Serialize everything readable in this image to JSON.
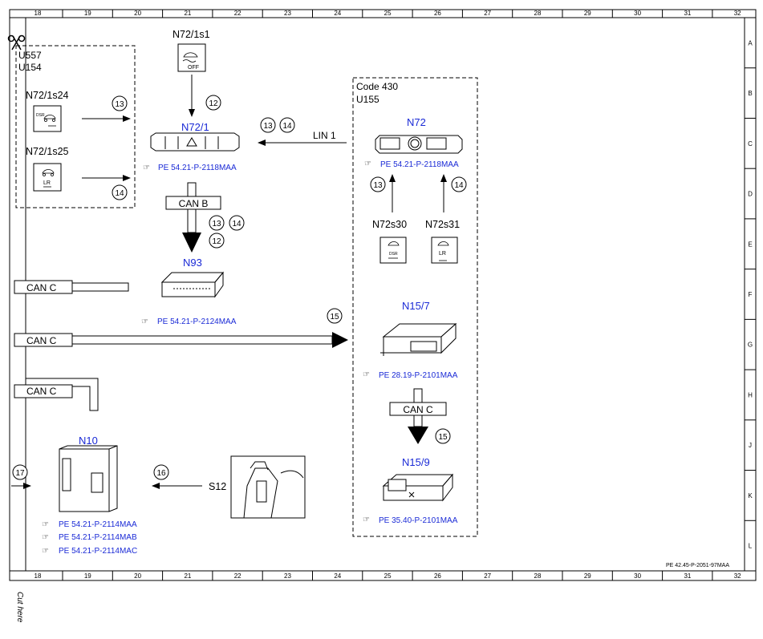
{
  "grid": {
    "columns": [
      "18",
      "19",
      "20",
      "21",
      "22",
      "23",
      "24",
      "25",
      "26",
      "27",
      "28",
      "29",
      "30",
      "31",
      "32"
    ],
    "rows": [
      "A",
      "B",
      "C",
      "D",
      "E",
      "F",
      "G",
      "H",
      "J",
      "K",
      "L"
    ]
  },
  "cut_text": "Cut here",
  "reference_doc": "PE 42.45-P-2051-97MAA",
  "colors": {
    "label_blue": "#1a2ad6",
    "line": "#000000",
    "sheet": "#ffffff"
  },
  "groups": {
    "left": {
      "code": "U557",
      "sub": "U154"
    },
    "right": {
      "code": "Code 430",
      "sub": "U155"
    }
  },
  "components": {
    "n72_1s1": {
      "label": "N72/1s1",
      "icon_text": "OFF"
    },
    "n72_1s24": {
      "label": "N72/1s24",
      "icon_text": "DSR"
    },
    "n72_1s25": {
      "label": "N72/1s25",
      "icon_text": "LR"
    },
    "n72_1": {
      "label": "N72/1",
      "ref": "PE 54.21-P-2118MAA"
    },
    "n72": {
      "label": "N72",
      "ref": "PE 54.21-P-2118MAA"
    },
    "n72s30": {
      "label": "N72s30",
      "icon_text": "DSR"
    },
    "n72s31": {
      "label": "N72s31",
      "icon_text": "LR"
    },
    "n93": {
      "label": "N93",
      "ref": "PE 54.21-P-2124MAA"
    },
    "n15_7": {
      "label": "N15/7",
      "ref": "PE 28.19-P-2101MAA"
    },
    "n15_9": {
      "label": "N15/9",
      "ref": "PE 35.40-P-2101MAA"
    },
    "n10": {
      "label": "N10",
      "refs": [
        "PE 54.21-P-2114MAA",
        "PE 54.21-P-2114MAB",
        "PE 54.21-P-2114MAC"
      ]
    },
    "s12": {
      "label": "S12"
    }
  },
  "buses": {
    "lin1": "LIN 1",
    "can_b": "CAN B",
    "can_c": "CAN C"
  },
  "signals": {
    "s12": "12",
    "s13": "13",
    "s14": "14",
    "s15": "15",
    "s16": "16",
    "s17": "17"
  }
}
